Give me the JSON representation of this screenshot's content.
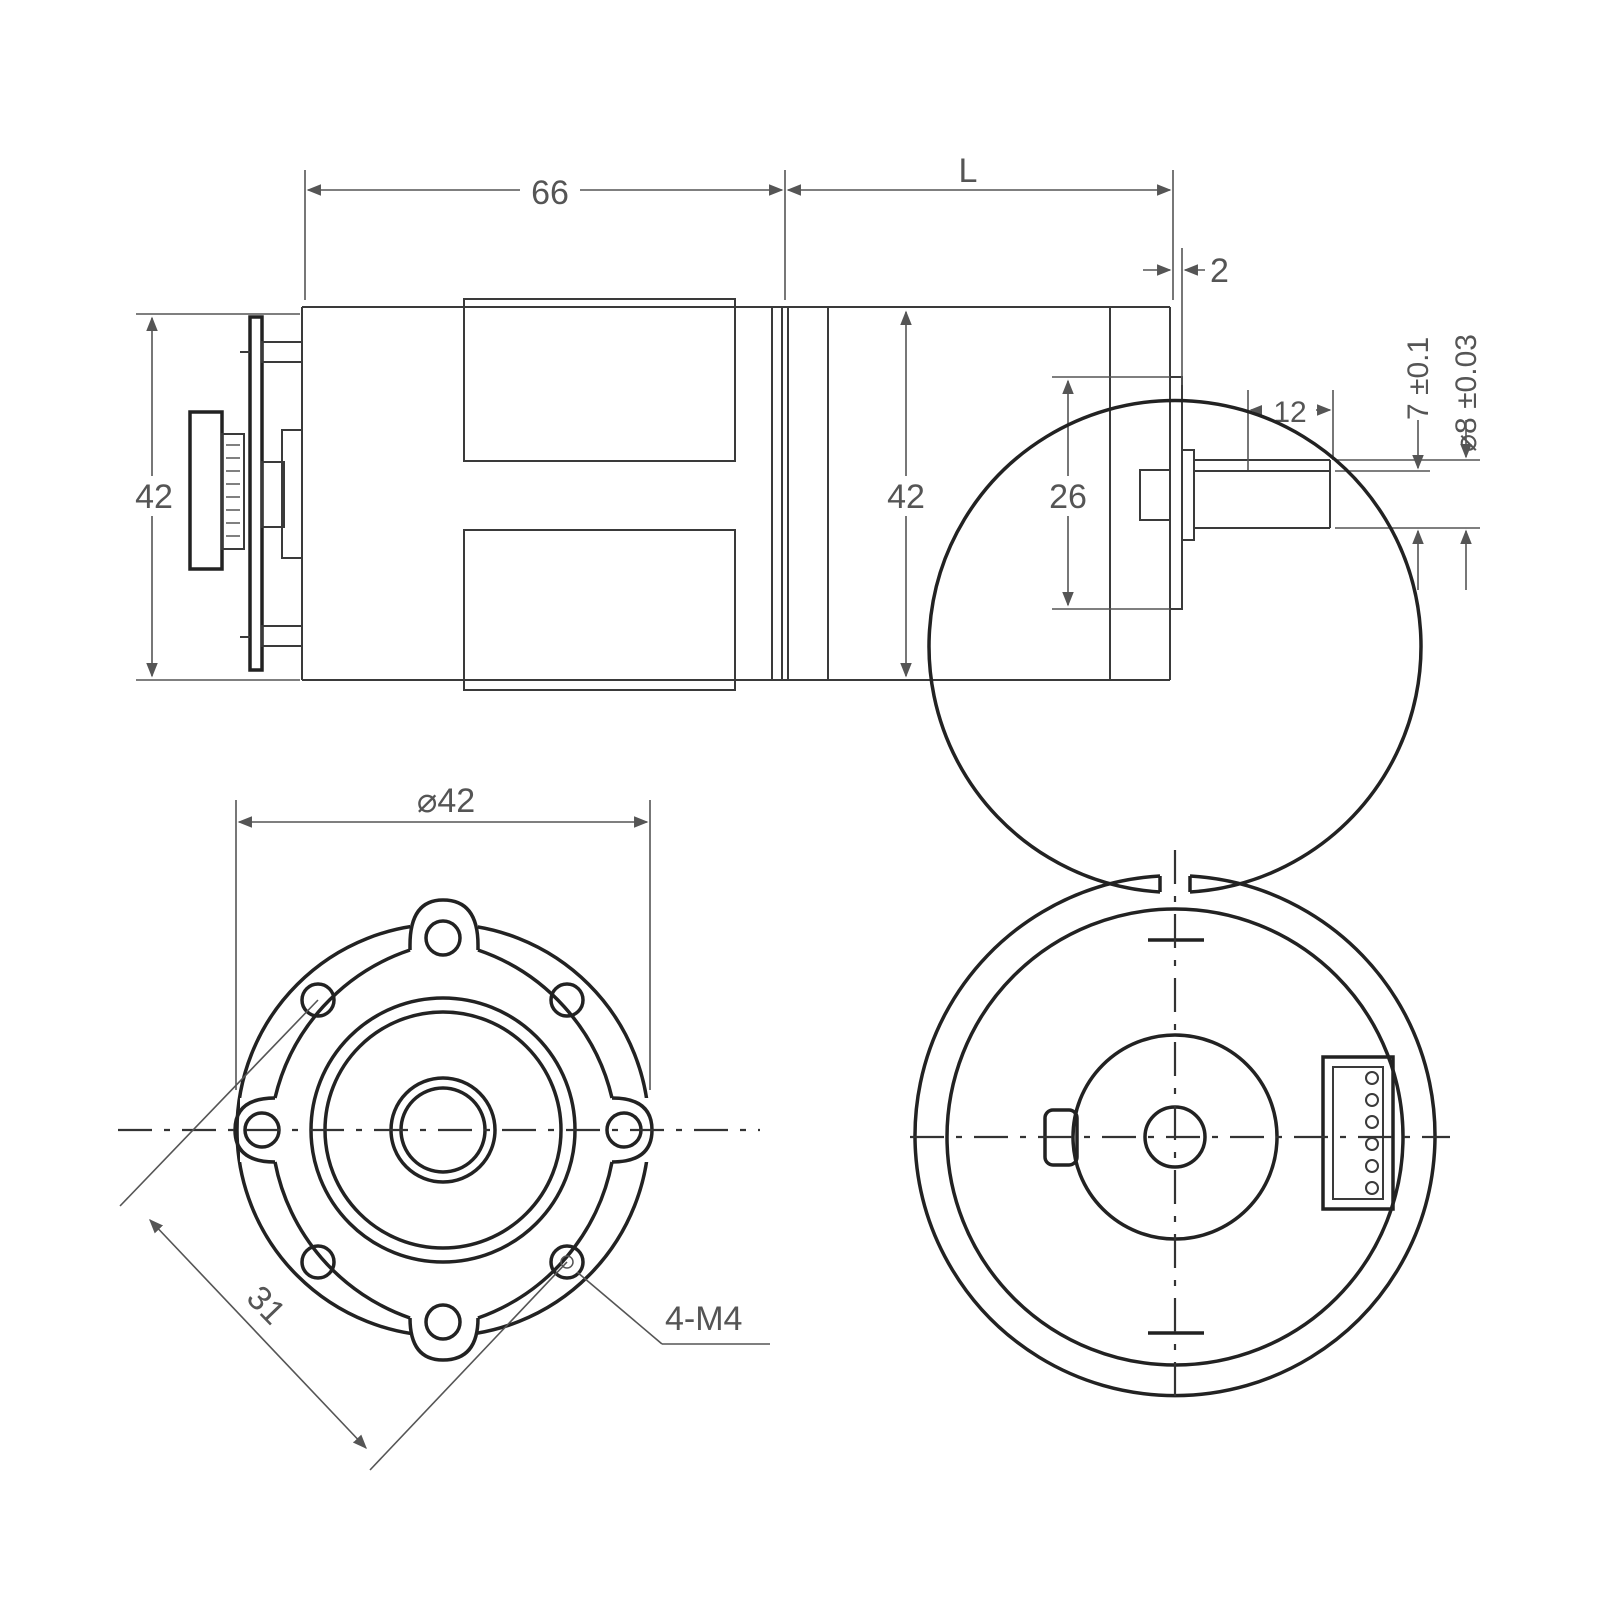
{
  "drawing": {
    "labels": {
      "length_66": "66",
      "length_L": "L",
      "offset_2": "2",
      "height_42_left": "42",
      "height_42_body": "42",
      "pilot_26": "26",
      "shaft_12": "12",
      "flat_7": "7 ±0.1",
      "shaft_dia_8": "⌀8 ±0.03",
      "flange_dia_42": "⌀42",
      "bolt_circle_31": "31",
      "holes_4m4": "4-M4"
    }
  }
}
